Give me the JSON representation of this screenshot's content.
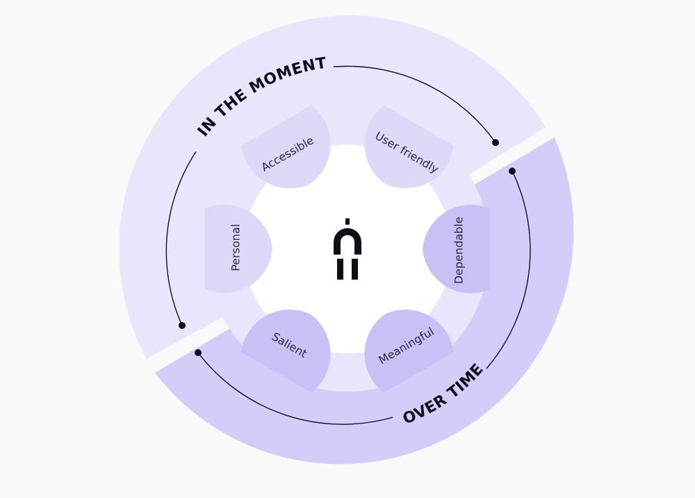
{
  "diagram": {
    "arc_titles": {
      "in_the_moment": "IN THE MOMENT",
      "over_time": "OVER TIME"
    },
    "petals": [
      {
        "id": "accessible",
        "label": "Accessible",
        "group": "in_the_moment"
      },
      {
        "id": "user-friendly",
        "label": "User friendly",
        "group": "in_the_moment"
      },
      {
        "id": "dependable",
        "label": "Dependable",
        "group": "over_time"
      },
      {
        "id": "meaningful",
        "label": "Meaningful",
        "group": "over_time"
      },
      {
        "id": "salient",
        "label": "Salient",
        "group": "over_time"
      },
      {
        "id": "personal",
        "label": "Personal",
        "group": "in_the_moment"
      }
    ],
    "colors": {
      "background": "#f9f9fa",
      "light_ring": "#e8e5fd",
      "dark_ring": "#d3cdfa",
      "light_petal": "#dcd8f8",
      "dark_petal": "#c9c1f6",
      "ink": "#0f0f17",
      "center": "#ffffff"
    },
    "center_icon": "magnet-person-icon"
  }
}
